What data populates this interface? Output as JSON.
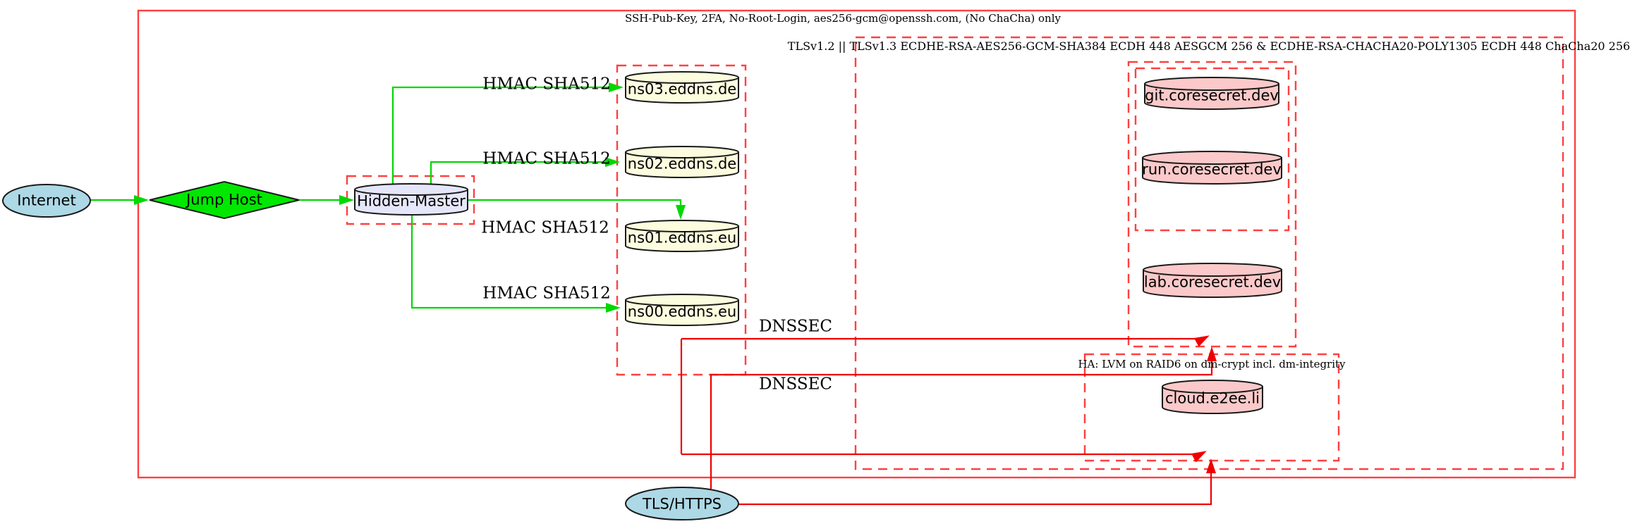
{
  "clusters": {
    "ssh": {
      "label": "SSH-Pub-Key, 2FA, No-Root-Login, aes256-gcm@openssh.com, (No ChaCha) only"
    },
    "tls": {
      "label": "TLSv1.2 || TLSv1.3 ECDHE-RSA-AES256-GCM-SHA384 ECDH 448 AESGCM 256 & ECDHE-RSA-CHACHA20-POLY1305 ECDH 448 ChaCha20 256"
    },
    "ha": {
      "label": "HA: LVM on RAID6 on dm-crypt incl. dm-integrity"
    }
  },
  "nodes": {
    "internet": {
      "label": "Internet",
      "shape": "ellipse"
    },
    "jump_host": {
      "label": "Jump Host",
      "shape": "diamond"
    },
    "hidden_master": {
      "label": "Hidden-Master",
      "shape": "cylinder"
    },
    "ns03": {
      "label": "ns03.eddns.de",
      "shape": "cylinder"
    },
    "ns02": {
      "label": "ns02.eddns.de",
      "shape": "cylinder"
    },
    "ns01": {
      "label": "ns01.eddns.eu",
      "shape": "cylinder"
    },
    "ns00": {
      "label": "ns00.eddns.eu",
      "shape": "cylinder"
    },
    "git": {
      "label": "git.coresecret.dev",
      "shape": "cylinder"
    },
    "run": {
      "label": "run.coresecret.dev",
      "shape": "cylinder"
    },
    "lab": {
      "label": "lab.coresecret.dev",
      "shape": "cylinder"
    },
    "cloud": {
      "label": "cloud.e2ee.li",
      "shape": "cylinder"
    },
    "tls_https": {
      "label": "TLS/HTTPS",
      "shape": "ellipse"
    }
  },
  "edge_labels": {
    "hmac1": "HMAC SHA512",
    "hmac2": "HMAC SHA512",
    "hmac3": "HMAC SHA512",
    "hmac4": "HMAC SHA512",
    "dnssec1": "DNSSEC",
    "dnssec2": "DNSSEC"
  },
  "colors": {
    "green_edge": "#00d800",
    "red_edge": "#f00000",
    "cluster_border": "#ff4040",
    "node_stroke": "#1a1a1a",
    "internet_fill": "#add8e6",
    "jump_fill": "#00e800",
    "master_fill": "#e6e6fa",
    "ns_fill": "#fcfcdf",
    "service_fill": "#fbc9c9",
    "text_color": "#000000",
    "bg": "#ffffff"
  }
}
